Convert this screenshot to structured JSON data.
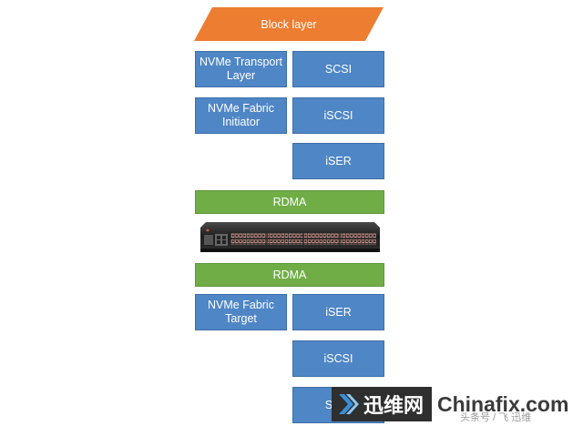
{
  "diagram": {
    "block_layer": "Block layer",
    "initiator": {
      "nvme_transport": "NVMe Transport Layer",
      "scsi": "SCSI",
      "nvme_fabric_initiator": "NVMe Fabric Initiator",
      "iscsi": "iSCSI",
      "iser": "iSER"
    },
    "rdma_top": "RDMA",
    "rdma_bottom": "RDMA",
    "target": {
      "nvme_fabric_target": "NVMe Fabric Target",
      "iser": "iSER",
      "iscsi": "iSCSI",
      "scsi": "SCSI"
    }
  },
  "colors": {
    "block_layer": "#ed7d31",
    "blue_box": "#4f86c6",
    "green_bar": "#70ad47"
  },
  "watermark": {
    "logo_text": "迅维网",
    "site_text": "Chinafix.com",
    "faint_text": "头条号 / 飞 迅维"
  }
}
